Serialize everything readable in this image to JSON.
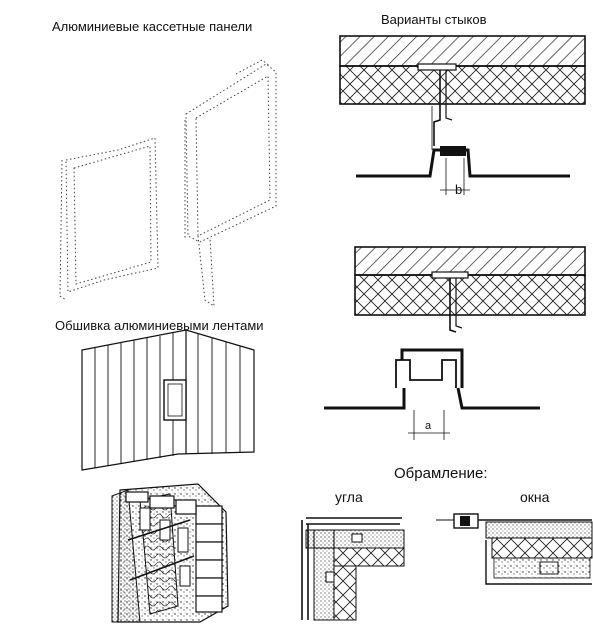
{
  "labels": {
    "cassette_panels": "Алюминиевые кассетные панели",
    "joint_variants": "Варианты стыков",
    "strip_cladding": "Обшивка алюминиевыми лентами",
    "framing": "Обрамление:",
    "corner": "угла",
    "window": "окна",
    "dim_b": "b",
    "dim_a": "a"
  }
}
